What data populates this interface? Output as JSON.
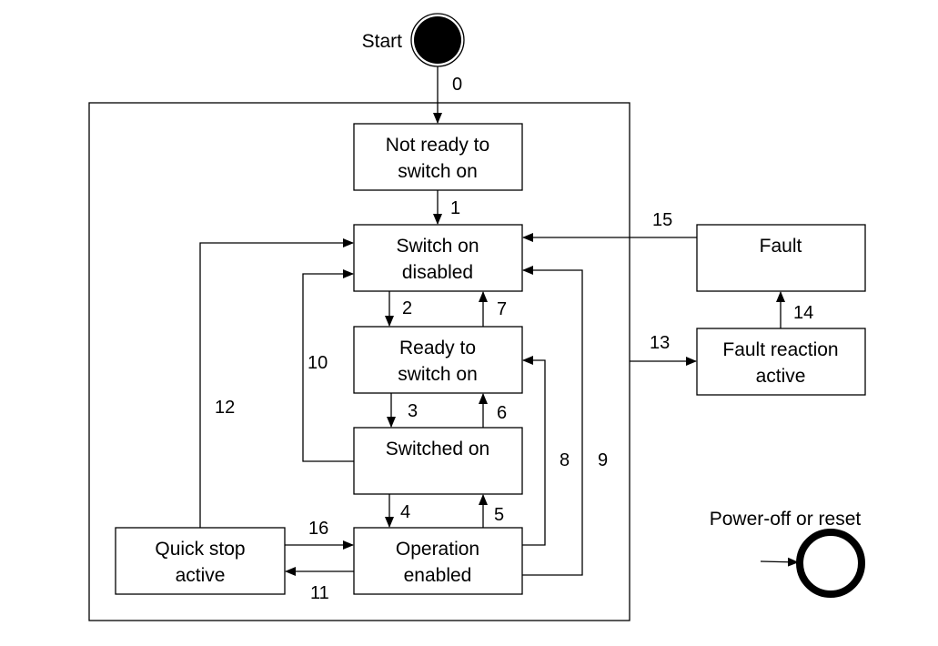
{
  "diagram": {
    "start_label": "Start",
    "end_label": "Power-off or reset",
    "states": {
      "not_ready": [
        "Not ready to",
        "switch on"
      ],
      "switch_on_disabled": [
        "Switch on",
        "disabled"
      ],
      "ready_to_switch_on": [
        "Ready to",
        "switch on"
      ],
      "switched_on": [
        "Switched on"
      ],
      "operation_enabled": [
        "Operation",
        "enabled"
      ],
      "quick_stop_active": [
        "Quick stop",
        "active"
      ],
      "fault": [
        "Fault"
      ],
      "fault_reaction_active": [
        "Fault reaction",
        "active"
      ]
    },
    "transitions": {
      "t0": "0",
      "t1": "1",
      "t2": "2",
      "t3": "3",
      "t4": "4",
      "t5": "5",
      "t6": "6",
      "t7": "7",
      "t8": "8",
      "t9": "9",
      "t10": "10",
      "t11": "11",
      "t12": "12",
      "t13": "13",
      "t14": "14",
      "t15": "15",
      "t16": "16"
    }
  }
}
